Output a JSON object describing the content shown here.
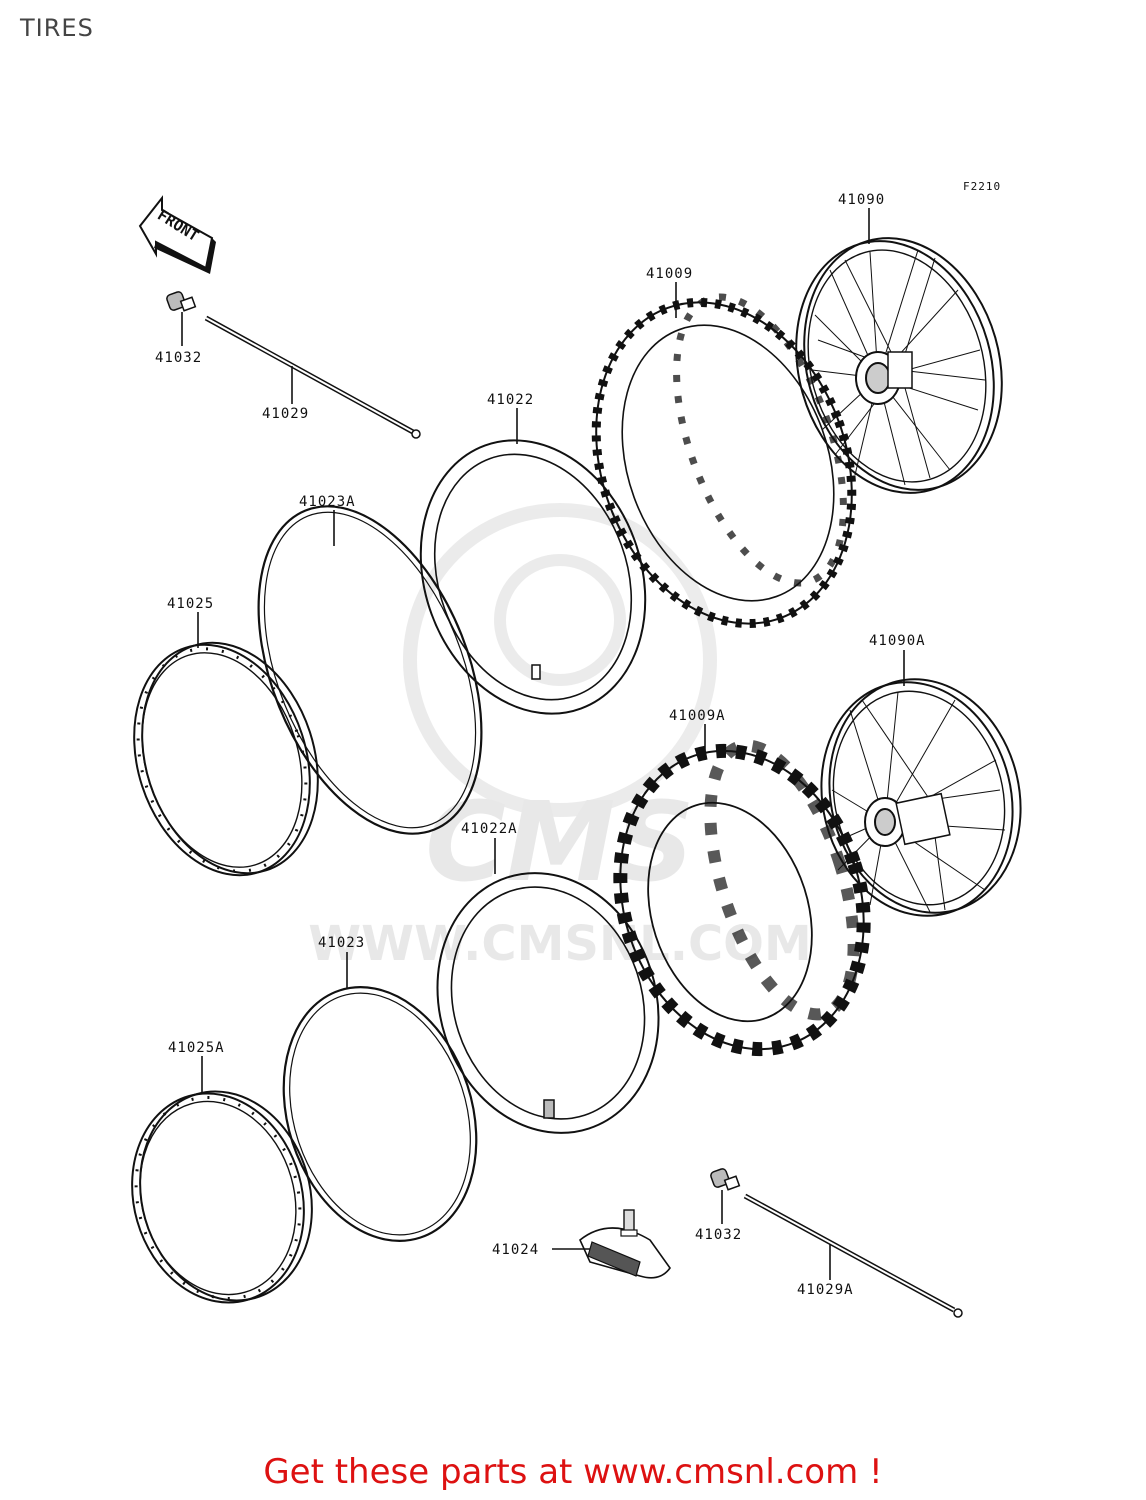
{
  "header": {
    "title": "TIRES"
  },
  "diagram": {
    "figure_code": "F2210",
    "front_label": "FRONT",
    "watermark": {
      "brand": "CMS",
      "url": "WWW.CMSNL.COM"
    },
    "callouts": [
      {
        "id": "41090",
        "text": "41090"
      },
      {
        "id": "41009",
        "text": "41009"
      },
      {
        "id": "41032-top",
        "text": "41032"
      },
      {
        "id": "41029",
        "text": "41029"
      },
      {
        "id": "41022",
        "text": "41022"
      },
      {
        "id": "41023A",
        "text": "41023A"
      },
      {
        "id": "41025",
        "text": "41025"
      },
      {
        "id": "41090A",
        "text": "41090A"
      },
      {
        "id": "41009A",
        "text": "41009A"
      },
      {
        "id": "41022A",
        "text": "41022A"
      },
      {
        "id": "41023",
        "text": "41023"
      },
      {
        "id": "41025A",
        "text": "41025A"
      },
      {
        "id": "41024",
        "text": "41024"
      },
      {
        "id": "41032-bottom",
        "text": "41032"
      },
      {
        "id": "41029A",
        "text": "41029A"
      }
    ]
  },
  "footer": {
    "cta": "Get these parts at www.cmsnl.com !",
    "cta_color": "#dd1111"
  }
}
